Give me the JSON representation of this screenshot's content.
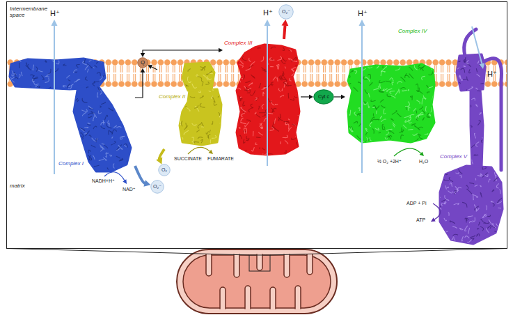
{
  "diagram": {
    "nodes": [
      {
        "text": [
          "Complex I"
        ]
      },
      {
        "text": [
          "Q"
        ]
      },
      {
        "text": [
          "Complex II"
        ]
      },
      {
        "text": [
          "Complex III"
        ]
      },
      {
        "text": [
          "Cyt c"
        ]
      },
      {
        "text": [
          "Complex IV"
        ]
      },
      {
        "text": [
          "Complex V"
        ]
      },
      {
        "text": [
          "O₂"
        ]
      },
      {
        "text": [
          "O₂⁻"
        ]
      },
      {
        "text": [
          "O₂⁻"
        ]
      }
    ],
    "edges": [
      {
        "from": 0,
        "to": 1,
        "arrow": "to"
      },
      {
        "from": 2,
        "to": 1,
        "arrow": "to"
      },
      {
        "from": 1,
        "to": 3,
        "arrow": "both"
      },
      {
        "from": 3,
        "to": 4,
        "arrow": "to"
      },
      {
        "from": 4,
        "to": 5,
        "arrow": "to"
      },
      {
        "from": 3,
        "to": 9,
        "arrow": "to"
      },
      {
        "from": 0,
        "to": 8,
        "arrow": "to"
      },
      {
        "from": 2,
        "to": 7,
        "arrow": "to"
      }
    ],
    "labels": [
      "Intermembrane space",
      "matrix",
      "H⁺",
      "H⁺",
      "H⁺",
      "H⁺",
      "NADH+H⁺",
      "NAD⁺",
      "SUCCINATE",
      "FUMARATE",
      "½ O₂ +2H⁺",
      "H₂O",
      "ADP + Pi",
      "ATP"
    ]
  }
}
